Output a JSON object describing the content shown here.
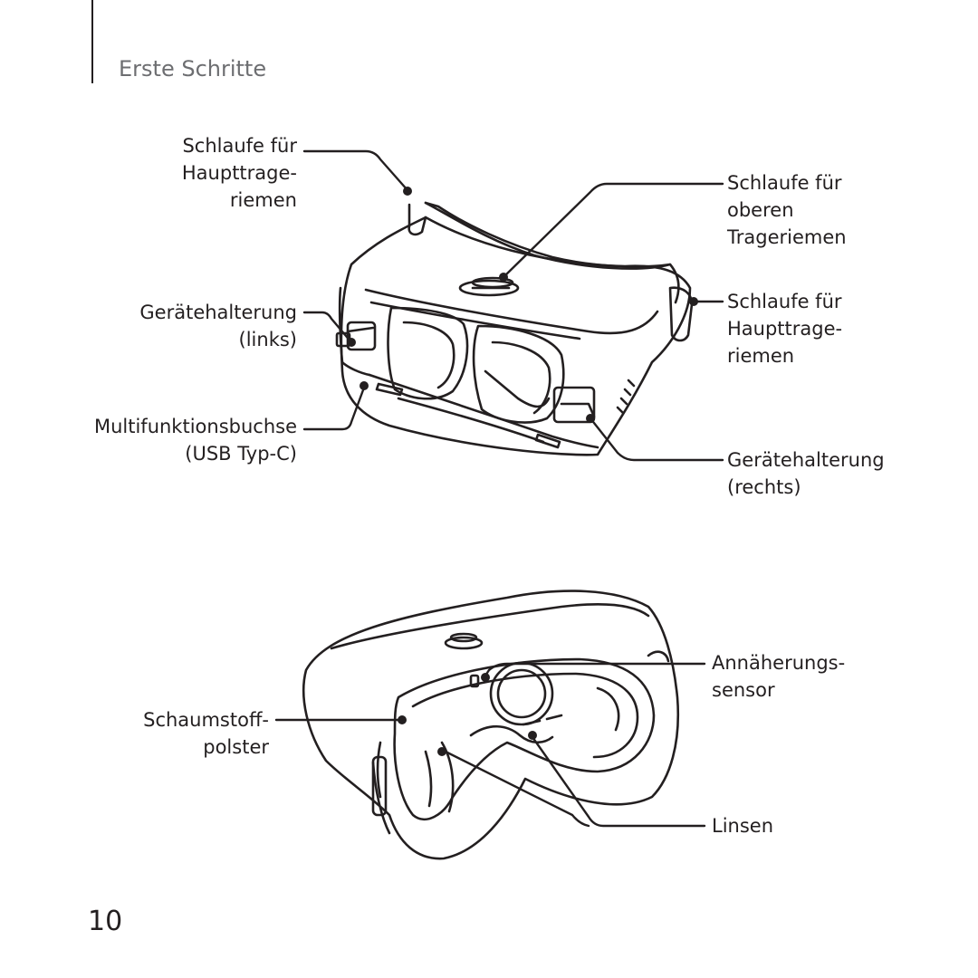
{
  "header": {
    "section_title": "Erste Schritte"
  },
  "figure_top": {
    "labels": {
      "strap_loop_main_left": [
        "Schlaufe für",
        "Haupttrage-",
        "riemen"
      ],
      "device_holder_left": [
        "Gerätehalterung",
        "(links)"
      ],
      "usb_port": [
        "Multifunktionsbuchse",
        "(USB Typ-C)"
      ],
      "strap_loop_top": [
        "Schlaufe für",
        "oberen",
        "Trageriemen"
      ],
      "strap_loop_main_right": [
        "Schlaufe für",
        "Haupttrage-",
        "riemen"
      ],
      "device_holder_right": [
        "Gerätehalterung",
        "(rechts)"
      ]
    }
  },
  "figure_bottom": {
    "labels": {
      "foam_cushion": [
        "Schaumstoff-",
        "polster"
      ],
      "proximity_sensor": [
        "Annäherungs-",
        "sensor"
      ],
      "lenses": [
        "Linsen"
      ]
    }
  },
  "footer": {
    "page_number": "10"
  }
}
